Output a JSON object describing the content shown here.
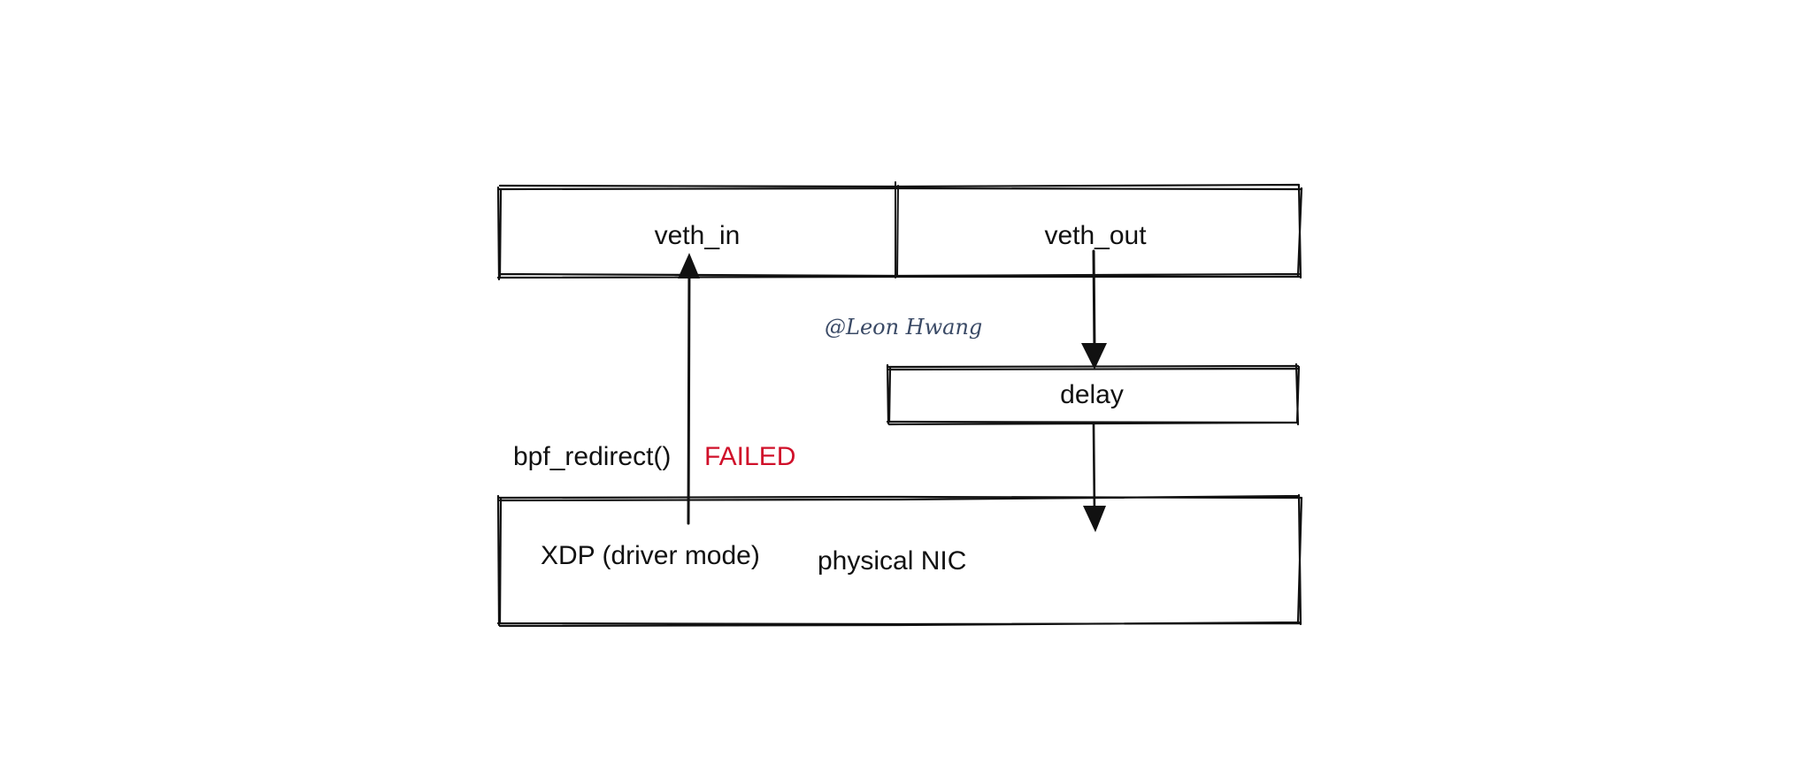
{
  "colors": {
    "stroke": "#111111",
    "failed": "#d0102a",
    "signature": "#3a4a66",
    "background": "#ffffff"
  },
  "boxes": {
    "veth_in": "veth_in",
    "veth_out": "veth_out",
    "delay": "delay",
    "xdp": "XDP (driver mode)",
    "physical_nic": "physical NIC"
  },
  "labels": {
    "bpf_redirect": "bpf_redirect()",
    "failed": "FAILED"
  },
  "signature": "@Leon Hwang"
}
